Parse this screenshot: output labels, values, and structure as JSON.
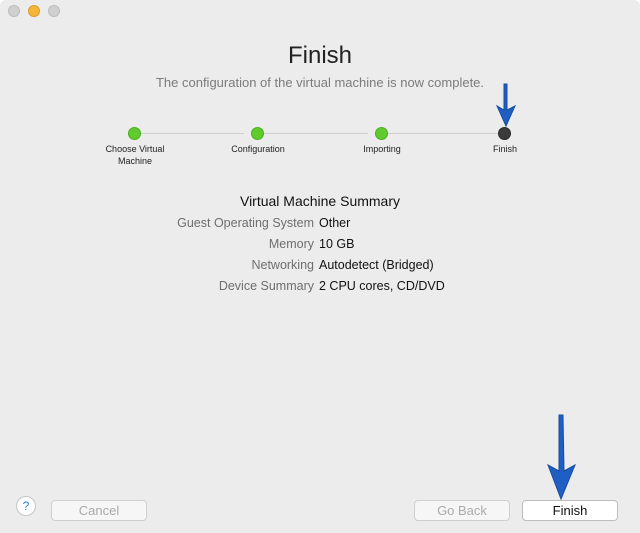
{
  "window": {
    "controls": [
      "close",
      "minimize",
      "zoom"
    ]
  },
  "header": {
    "title": "Finish",
    "subtitle": "The configuration of the virtual machine is now complete."
  },
  "steps": [
    {
      "label": "Choose Virtual Machine",
      "status": "done"
    },
    {
      "label": "Configuration",
      "status": "done"
    },
    {
      "label": "Importing",
      "status": "done"
    },
    {
      "label": "Finish",
      "status": "current"
    }
  ],
  "summary": {
    "title": "Virtual Machine Summary",
    "rows": [
      {
        "label": "Guest Operating System",
        "value": "Other"
      },
      {
        "label": "Memory",
        "value": "10 GB"
      },
      {
        "label": "Networking",
        "value": "Autodetect (Bridged)"
      },
      {
        "label": "Device Summary",
        "value": "2 CPU cores, CD/DVD"
      }
    ]
  },
  "footer": {
    "help": "?",
    "cancel": "Cancel",
    "go_back": "Go Back",
    "finish": "Finish"
  },
  "colors": {
    "step_done": "#5fcb2c",
    "step_current": "#3b3b3b",
    "annotation_arrow": "#1f5fc4"
  }
}
